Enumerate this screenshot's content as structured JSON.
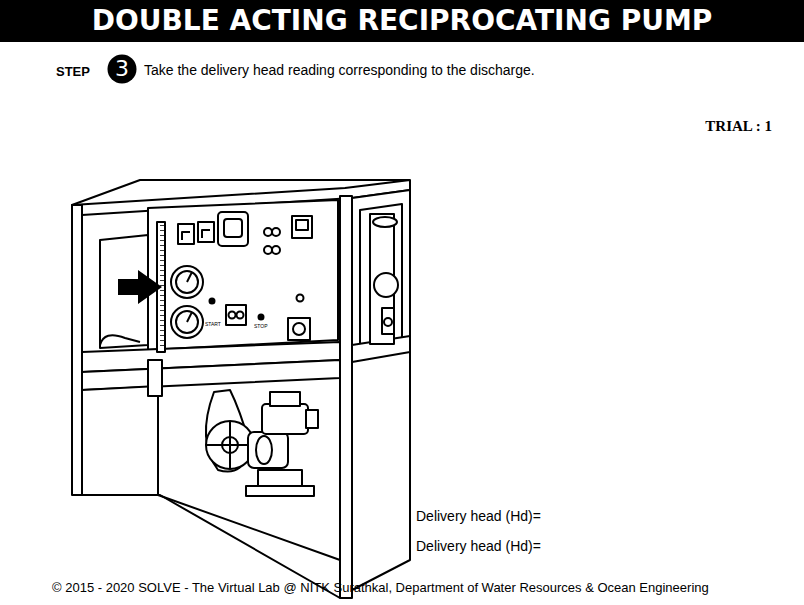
{
  "diagram": {
    "title": "DOUBLE ACTING RECIPROCATING PUMP",
    "caption": "© 2015 - 2020 SOLVE - The Virtual Lab @ NITK Surathkal, Department of Water Resources & Ocean Engineering",
    "nodes": [
      {
        "text": [
          "3"
        ]
      }
    ],
    "labels": [
      "STEP",
      "Take the delivery head reading corresponding to the discharge.",
      "TRIAL : 1",
      "START",
      "STOP",
      "Delivery head (Hd)=",
      "Delivery head (Hd)="
    ]
  }
}
